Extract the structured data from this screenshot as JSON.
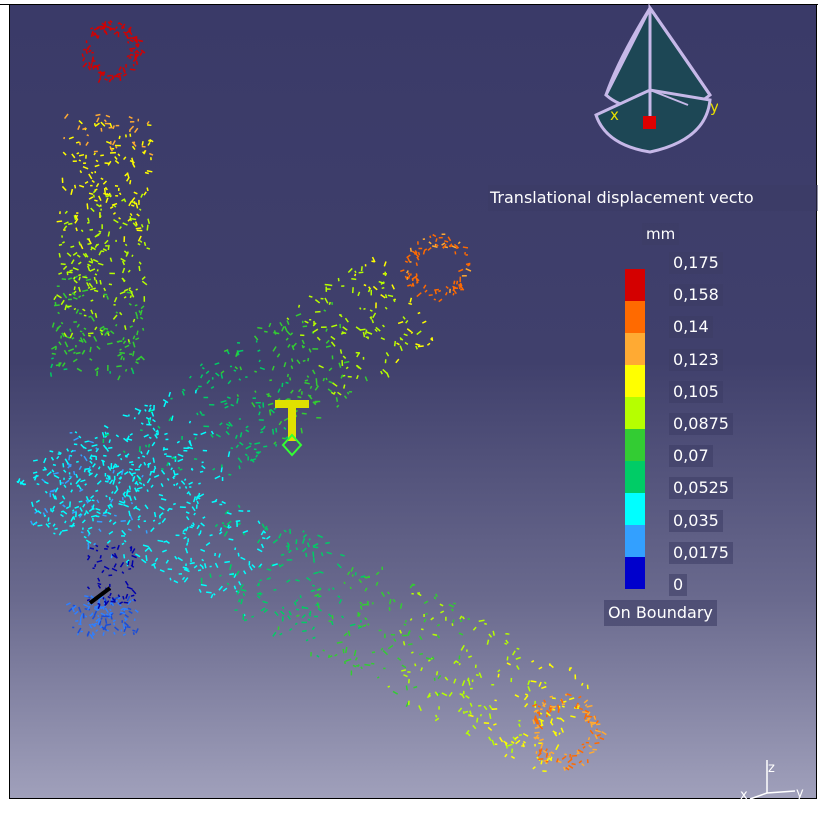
{
  "legend": {
    "title": "Translational displacement vecto",
    "unit": "mm",
    "ticks": [
      "0,175",
      "0,158",
      "0,14",
      "0,123",
      "0,105",
      "0,0875",
      "0,07",
      "0,0525",
      "0,035",
      "0,0175",
      "0"
    ],
    "colors": [
      "#d40000",
      "#ff6a00",
      "#ffaa33",
      "#ffff00",
      "#b6ff00",
      "#33cc33",
      "#00cc66",
      "#00ffff",
      "#33a0ff",
      "#0000cc"
    ],
    "boundary_label": "On Boundary"
  },
  "compass": {
    "x_label": "x",
    "y_label": "y"
  },
  "axis_triad": {
    "z": "z",
    "x": "x",
    "y": "y"
  },
  "icons": {
    "compass": "view-compass-icon",
    "restraint": "clamp-restraint-icon",
    "load": "force-load-icon",
    "triad": "axis-triad-icon"
  }
}
